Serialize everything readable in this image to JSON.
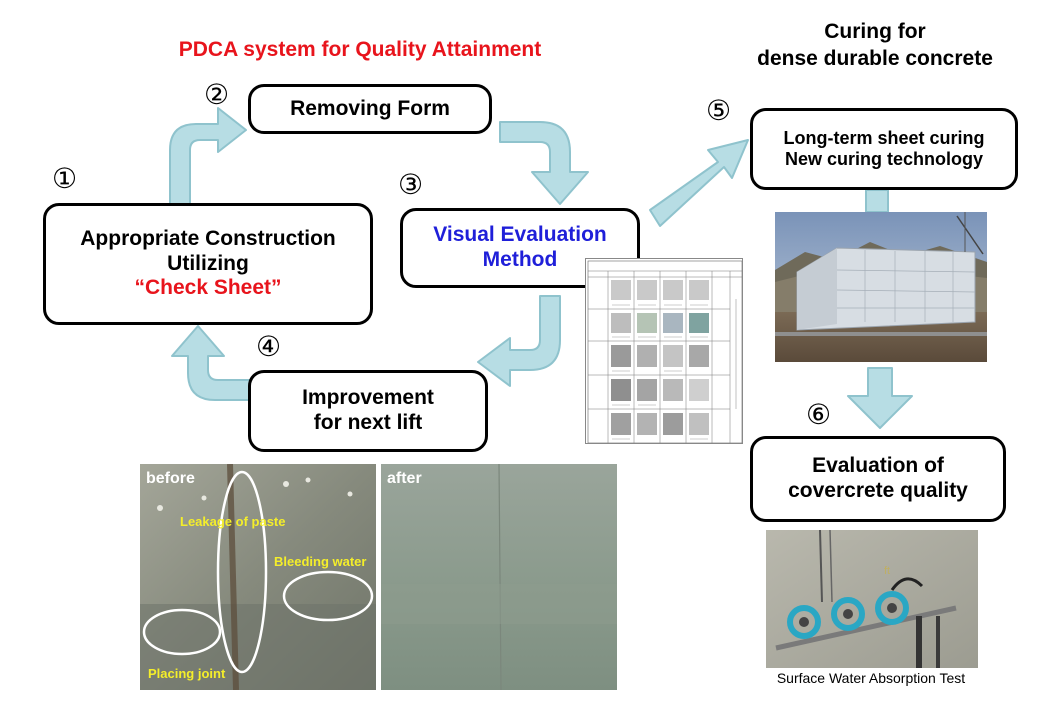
{
  "title": "PDCA system for Quality Attainment",
  "curing_title": [
    "Curing for",
    "dense durable concrete"
  ],
  "colors": {
    "title_red": "#e8141c",
    "blue": "#1f1fd9",
    "arrow_fill": "#b7dde4",
    "arrow_stroke": "#8fc3cd"
  },
  "steps": {
    "s1": {
      "num": "①",
      "lines": [
        "Appropriate Construction",
        "Utilizing"
      ],
      "highlight": "“Check Sheet”"
    },
    "s2": {
      "num": "②",
      "label": "Removing Form"
    },
    "s3": {
      "num": "③",
      "lines": [
        "Visual Evaluation",
        "Method"
      ]
    },
    "s4": {
      "num": "④",
      "lines": [
        "Improvement",
        "for next lift"
      ]
    },
    "s5": {
      "num": "⑤",
      "lines": [
        "Long-term sheet curing",
        "New curing technology"
      ]
    },
    "s6": {
      "num": "⑥",
      "lines": [
        "Evaluation of",
        "covercrete quality"
      ]
    }
  },
  "photos": {
    "before": {
      "tag": "before",
      "labels": [
        "Leakage of paste",
        "Bleeding water",
        "Placing joint"
      ]
    },
    "after": {
      "tag": "after"
    },
    "absorption_caption": "Surface Water Absorption Test"
  }
}
